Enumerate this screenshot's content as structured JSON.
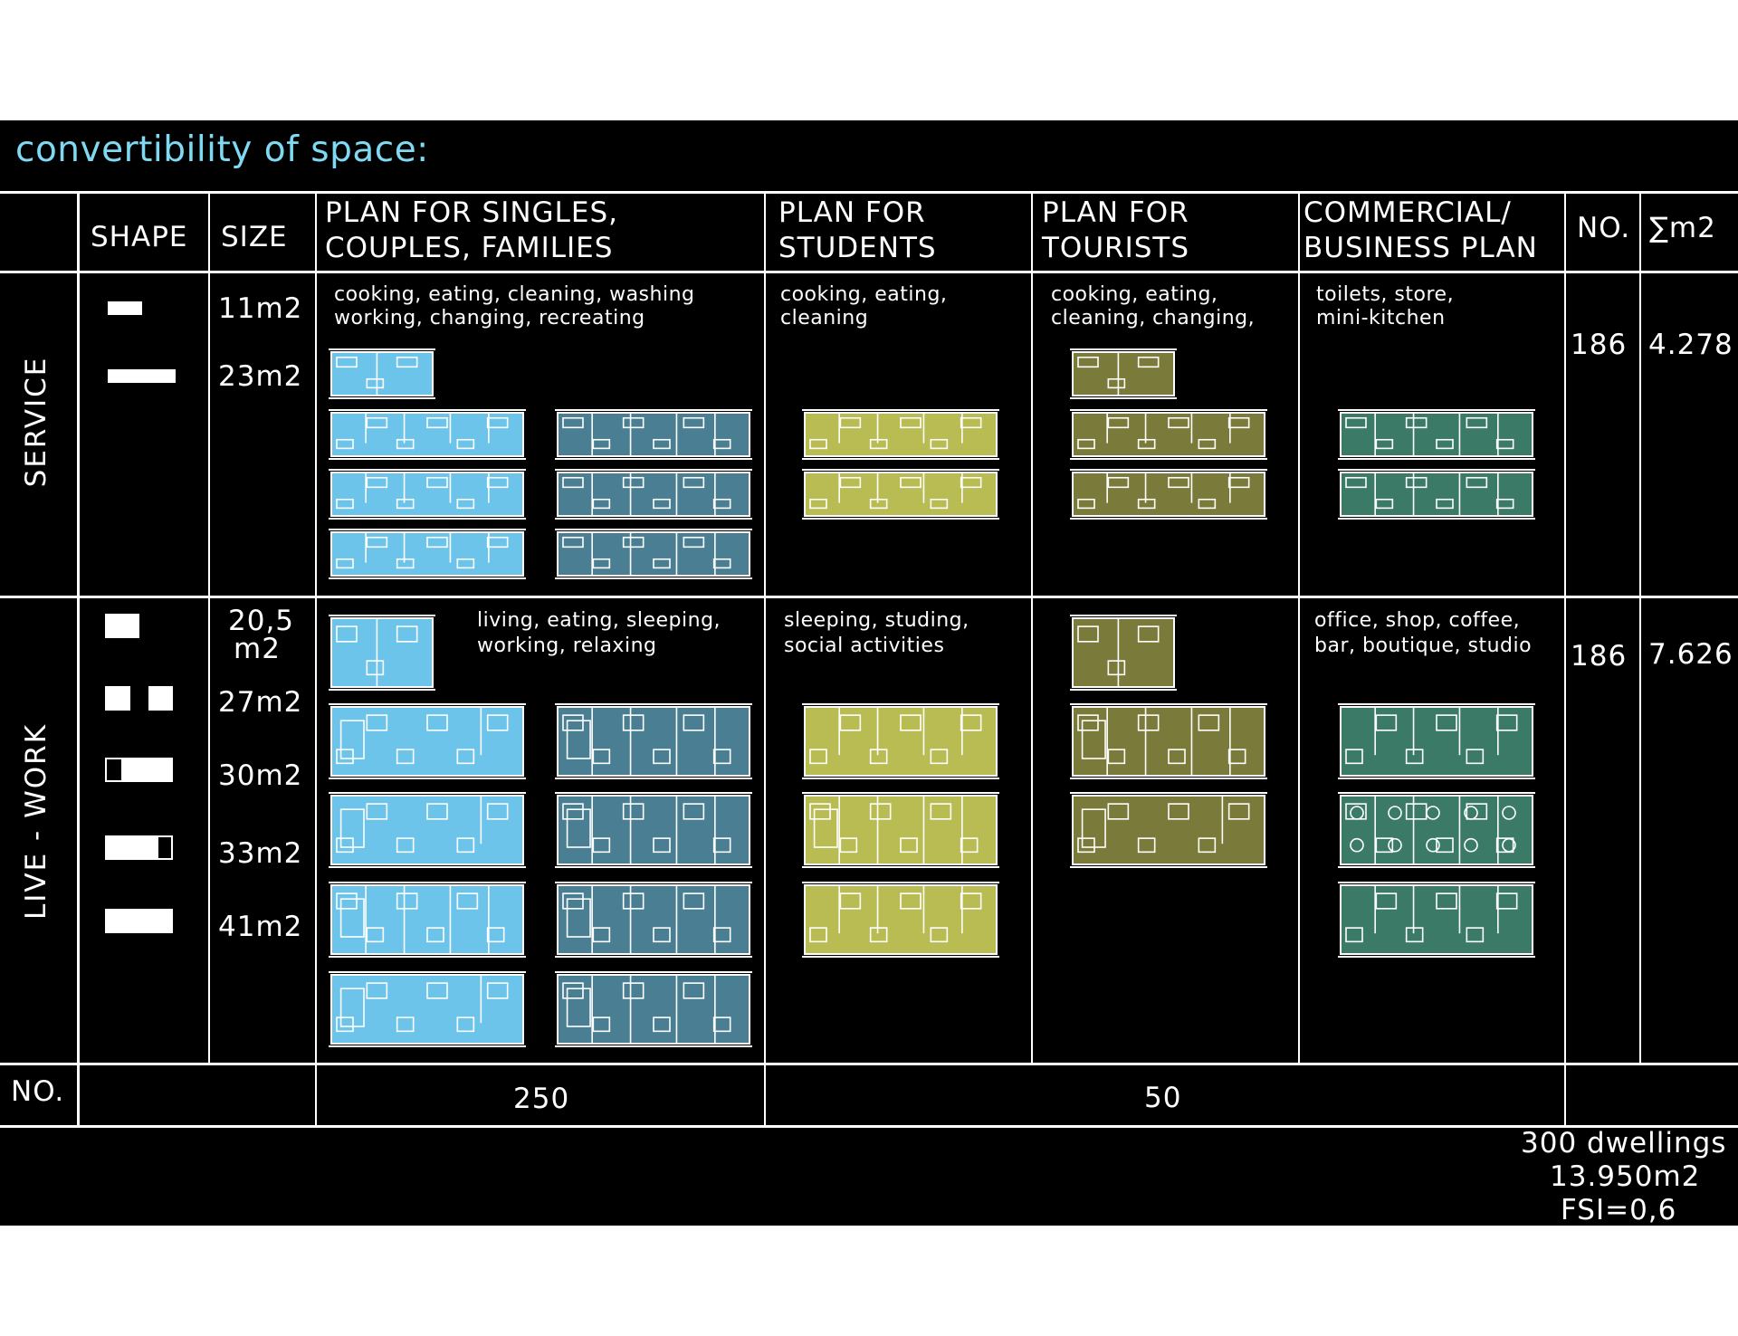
{
  "title": "convertibility of space:",
  "headers": {
    "shape": "SHAPE",
    "size": "SIZE",
    "singles": [
      "PLAN FOR SINGLES,",
      "COUPLES, FAMILIES"
    ],
    "students": [
      "PLAN FOR",
      "STUDENTS"
    ],
    "tourists": [
      "PLAN FOR",
      "TOURISTS"
    ],
    "commercial": [
      "COMMERCIAL/",
      "BUSINESS PLAN"
    ],
    "no": "NO.",
    "sum": "∑m2"
  },
  "rows": {
    "service": {
      "label": "SERVICE",
      "sizes": [
        "11m2",
        "23m2"
      ],
      "singles_desc": [
        "cooking, eating, cleaning, washing",
        "working, changing, recreating"
      ],
      "students_desc": [
        "cooking, eating,",
        "cleaning"
      ],
      "tourists_desc": [
        "cooking, eating,",
        "cleaning, changing,"
      ],
      "commercial_desc": [
        "toilets, store,",
        "mini-kitchen"
      ],
      "no": "186",
      "sum": "4.278"
    },
    "livework": {
      "label": "LIVE - WORK",
      "sizes": [
        "20,5",
        "m2",
        "27m2",
        "30m2",
        "33m2",
        "41m2"
      ],
      "singles_desc": [
        "living, eating, sleeping,",
        "working, relaxing"
      ],
      "students_desc": [
        "sleeping, studing,",
        "social activities"
      ],
      "commercial_desc": [
        "office, shop, coffee,",
        "bar, boutique, studio"
      ],
      "no": "186",
      "sum": "7.626"
    }
  },
  "footer": {
    "label": "NO.",
    "count_a": "250",
    "count_b": "50",
    "totals": [
      "300 dwellings",
      "13.950m2",
      "FSI=0,6"
    ]
  },
  "colors": {
    "background": "#000000",
    "title": "#7fd9f2",
    "singles_light": "#6cc4ea",
    "singles_dark": "#4a7f93",
    "students": "#b8bc52",
    "tourists": "#7a7a3a",
    "commercial": "#3a7a66"
  }
}
